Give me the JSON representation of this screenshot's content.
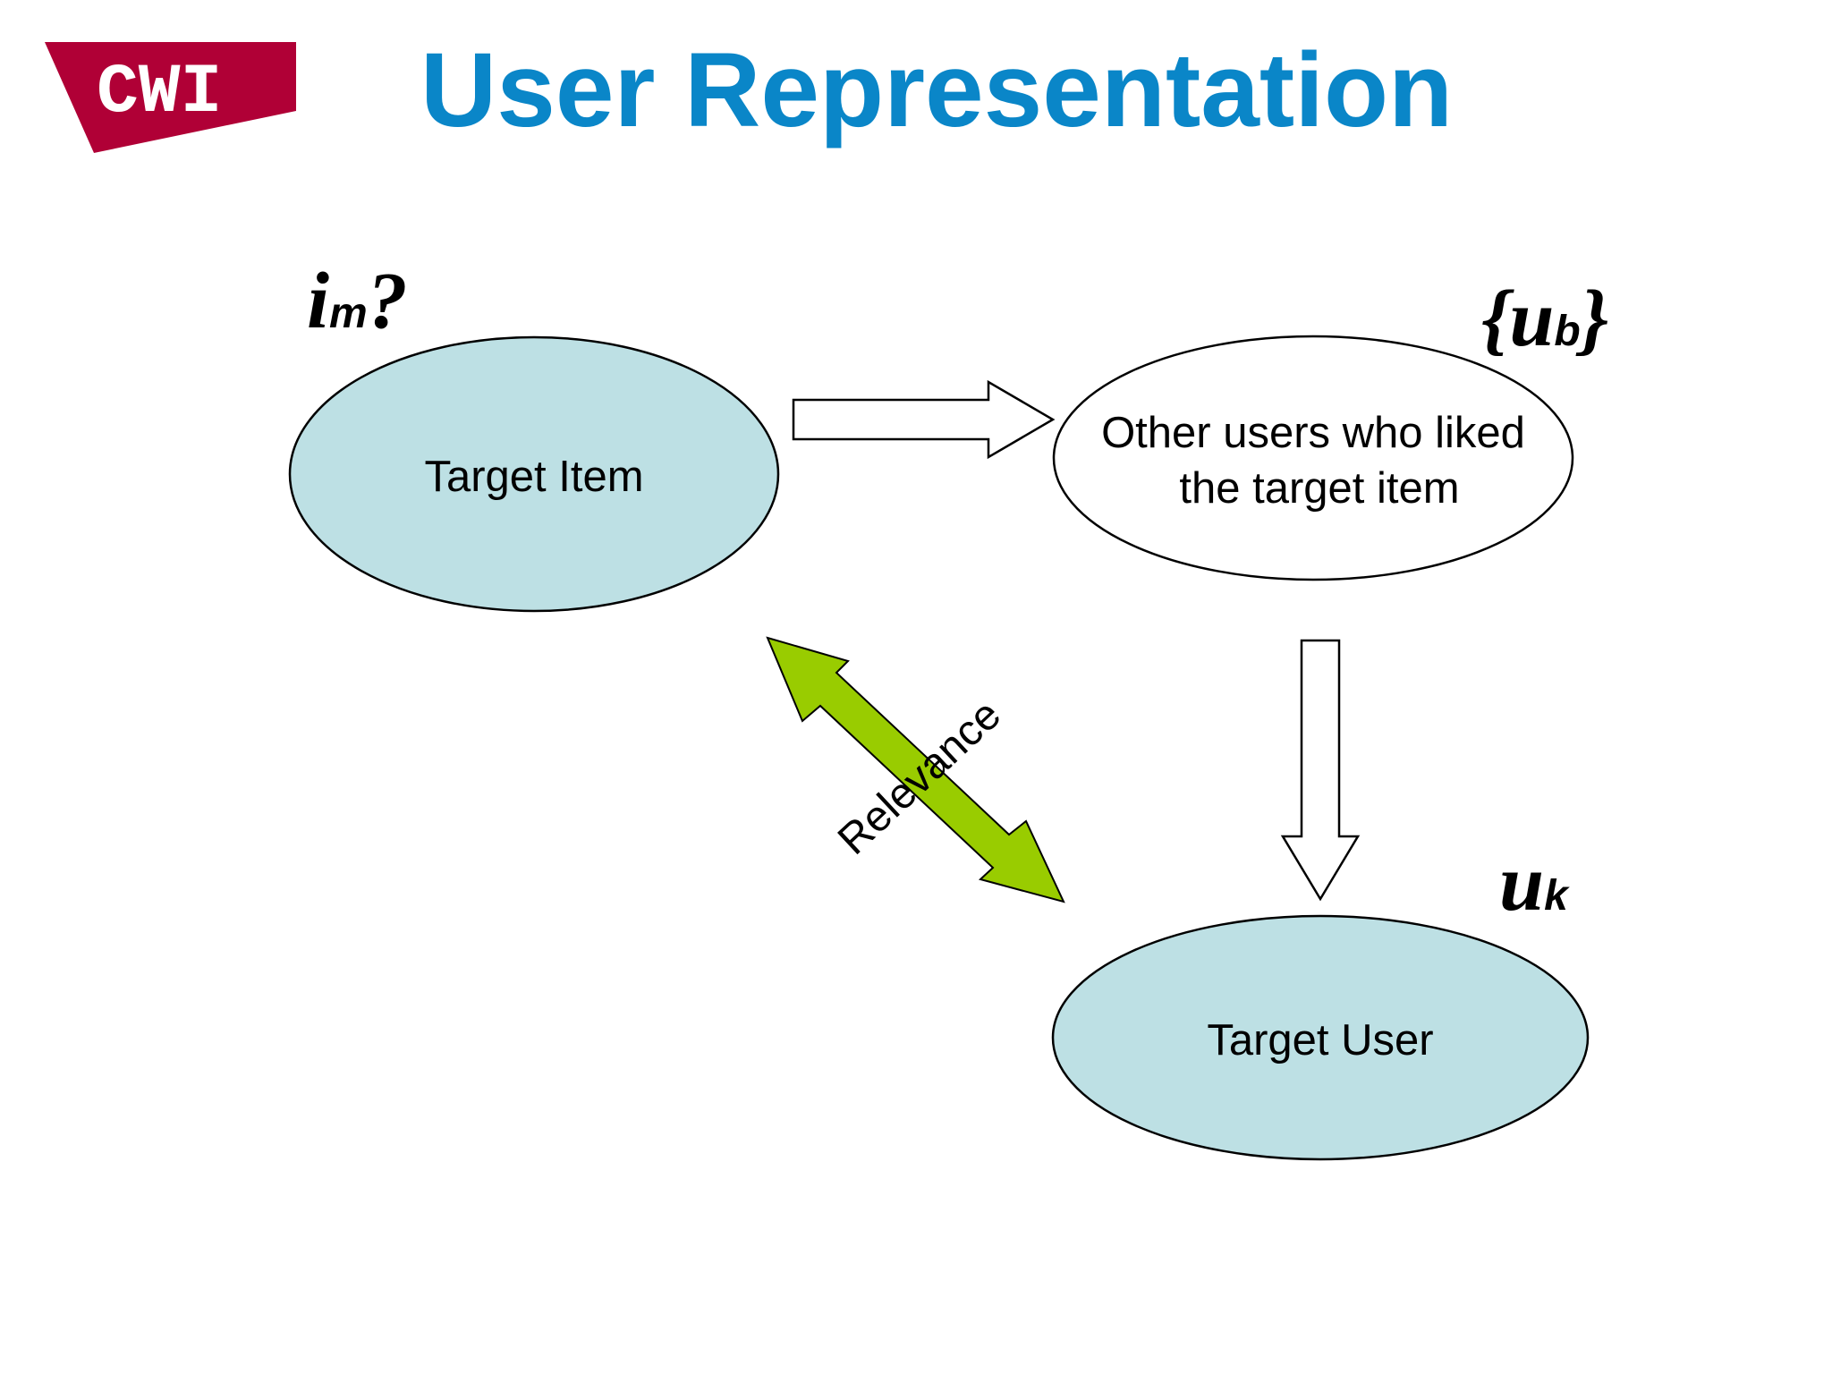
{
  "slide": {
    "logo": "CWI",
    "title": "User Representation"
  },
  "colors": {
    "title": "#0a86c8",
    "logo_background": "#b00036",
    "node_fill": "#bde0e4",
    "relevance_arrow": "#99cc00",
    "outline": "#000000"
  },
  "nodes": {
    "target_item": {
      "label": "Target Item",
      "symbol": "i",
      "subscript": "m",
      "suffix": "?"
    },
    "other_users": {
      "label_line1": "Other users who liked",
      "label_line2": "the target item",
      "symbol_open": "{",
      "symbol": "u",
      "subscript": "b",
      "symbol_close": "}"
    },
    "target_user": {
      "label": "Target User",
      "symbol": "u",
      "subscript": "k"
    }
  },
  "edges": {
    "item_to_users": {
      "icon": "block-arrow-right-icon"
    },
    "users_to_user": {
      "icon": "block-arrow-down-icon"
    },
    "relevance": {
      "icon": "double-arrow-icon",
      "label": "Relevance"
    }
  }
}
